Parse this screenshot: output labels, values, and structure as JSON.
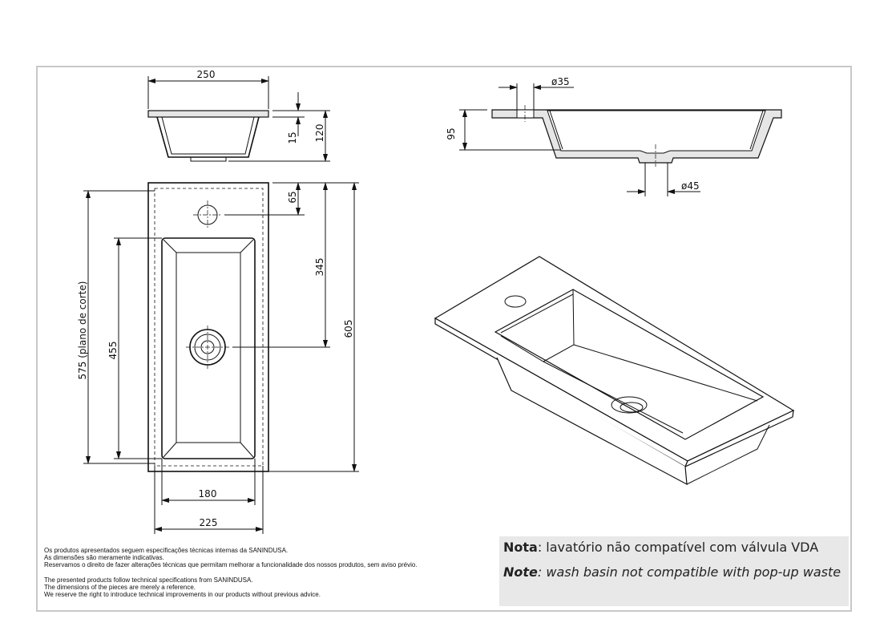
{
  "dimensions": {
    "top_width": "250",
    "lip_thickness": "15",
    "total_height": "120",
    "tap_offset": "65",
    "drain_offset": "345",
    "total_length": "605",
    "cut_length": "575 (plano de corte)",
    "bowl_length": "455",
    "bowl_width": "180",
    "base_width": "225",
    "section_height": "95",
    "tap_hole_diameter": "ø35",
    "drain_diameter": "ø45"
  },
  "disclaimer": {
    "pt": [
      "Os produtos apresentados seguem especificações técnicas internas da SANINDUSA.",
      "As dimensões são meramente indicativas.",
      "Reservamos o direito de fazer alterações técnicas que permitam melhorar a funcionalidade dos nossos produtos, sem aviso prévio."
    ],
    "en": [
      "The presented products follow technical specifications from SANINDUSA.",
      "The dimensions of the pieces are merely a reference.",
      "We reserve the right to introduce technical improvements in our products without previous advice."
    ]
  },
  "note": {
    "pt_label": "Nota",
    "pt_text": ": lavatório não compatível com válvula VDA",
    "en_label": "Note",
    "en_text": ": wash basin not compatible with pop-up waste"
  }
}
